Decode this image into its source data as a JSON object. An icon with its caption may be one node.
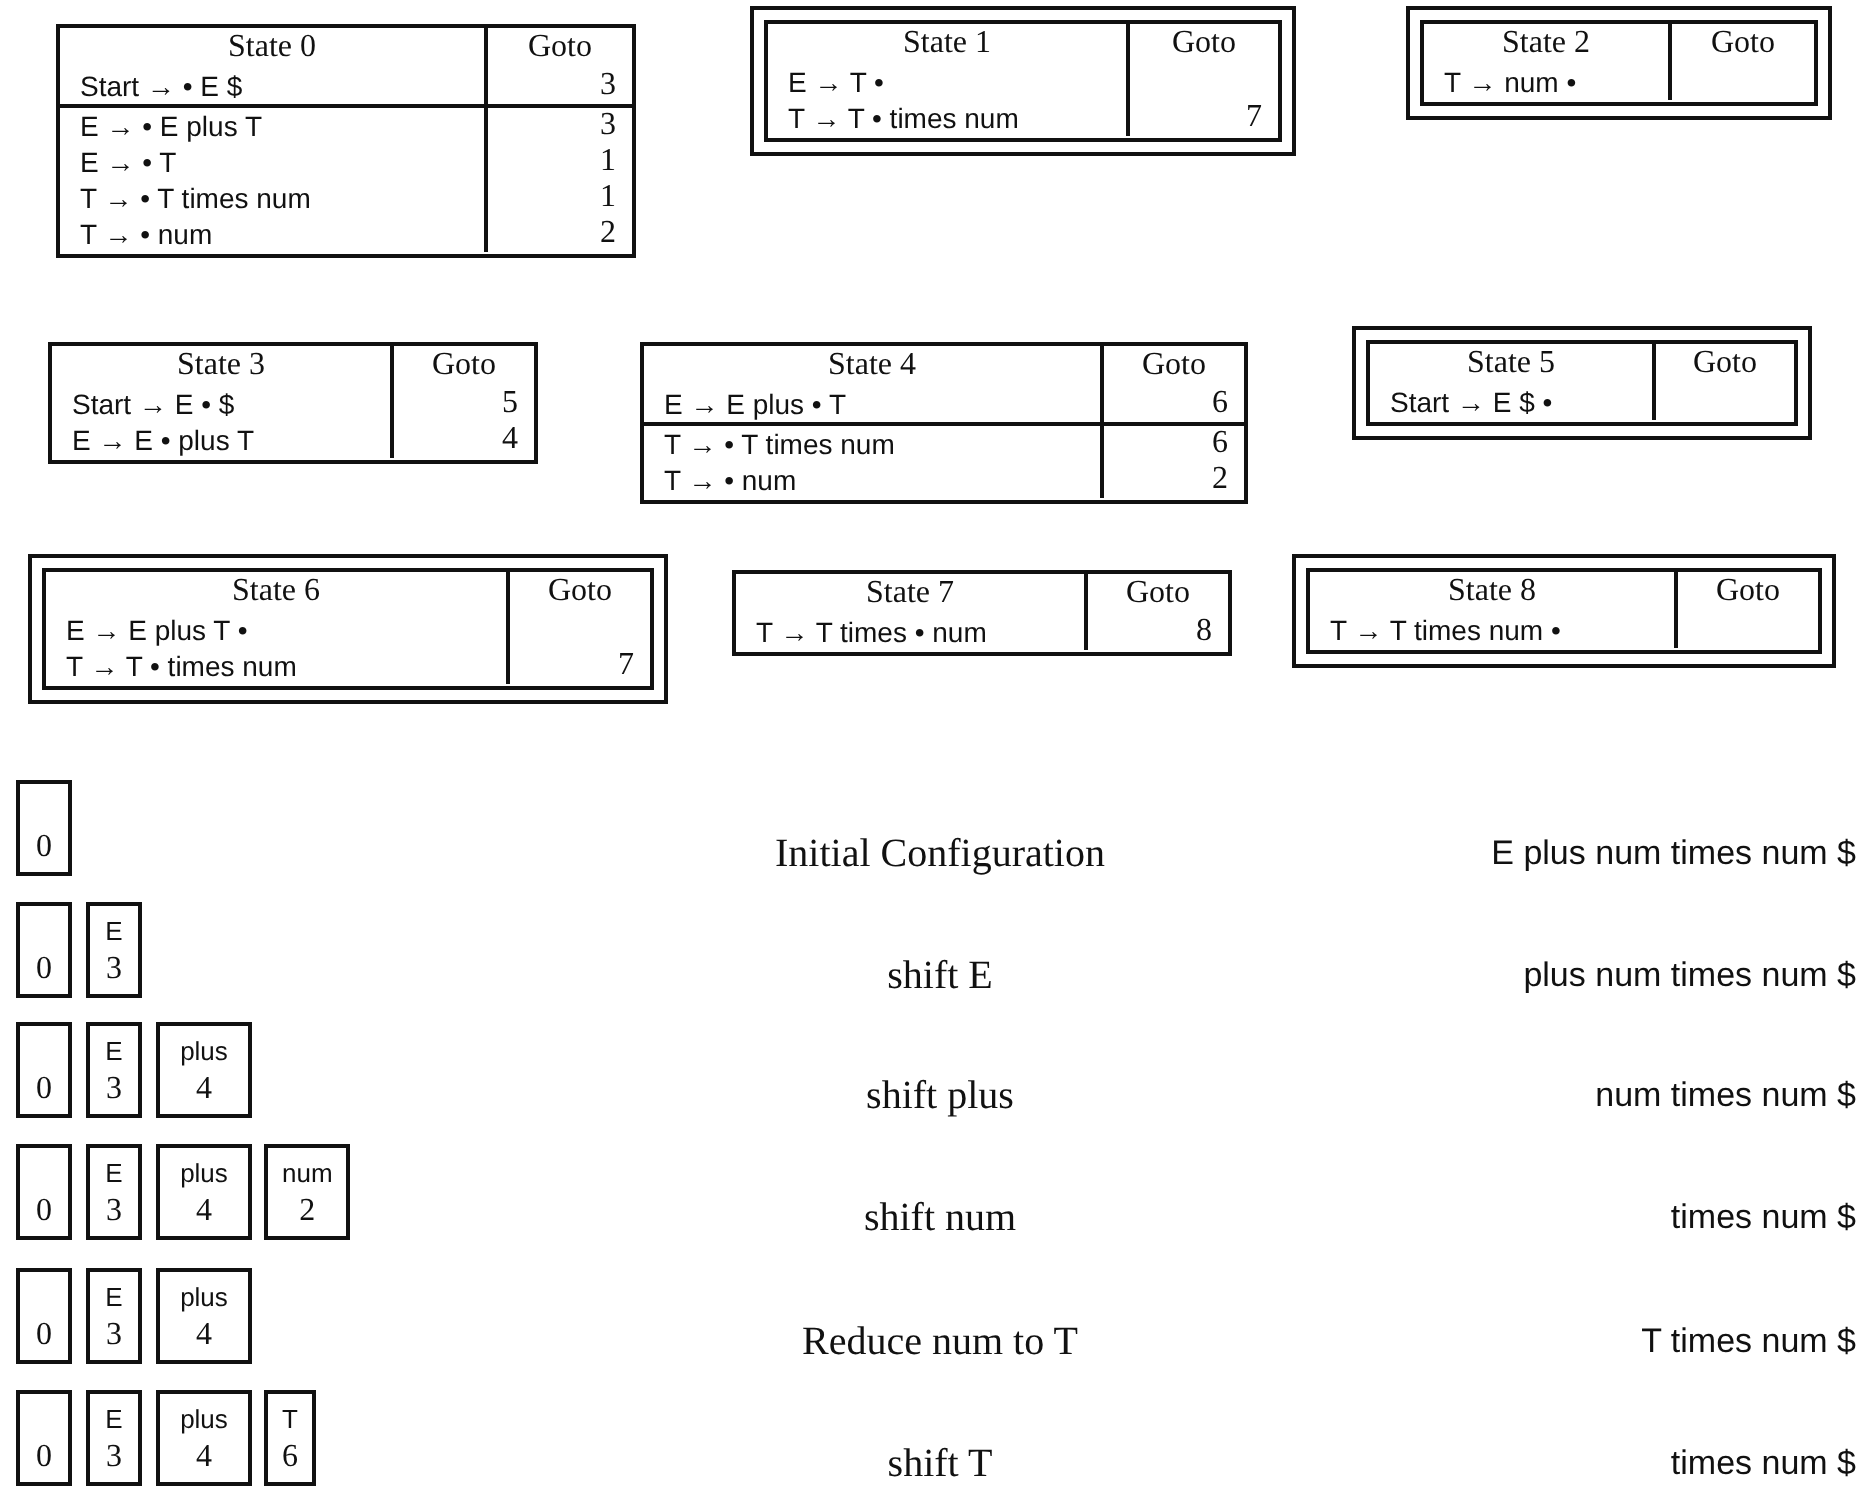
{
  "diagram": {
    "nodes": [
      {
        "text": [
          "State 0",
          "Goto"
        ]
      },
      {
        "text": [
          "Start → • E $",
          "3"
        ],
        "in": 0
      },
      {
        "text": [
          "E → • E plus T",
          "3"
        ],
        "in": 0
      },
      {
        "text": [
          "E → • T",
          "1"
        ],
        "in": 0
      },
      {
        "text": [
          "T → • T times num",
          "1"
        ],
        "in": 0
      },
      {
        "text": [
          "T → • num",
          "2"
        ],
        "in": 0
      },
      {
        "text": [],
        "shape": "box"
      },
      {
        "text": [
          "State 1",
          "Goto"
        ],
        "in": 6
      },
      {
        "text": [
          "E → T •"
        ],
        "in": 7
      },
      {
        "text": [
          "T → T • times num",
          "7"
        ],
        "in": 7
      },
      {
        "text": [],
        "shape": "box"
      },
      {
        "text": [
          "State 2",
          "Goto"
        ],
        "in": 10
      },
      {
        "text": [
          "T → num •"
        ],
        "in": 11
      },
      {
        "text": [
          "State 3",
          "Goto"
        ]
      },
      {
        "text": [
          "Start → E • $",
          "5"
        ],
        "in": 13
      },
      {
        "text": [
          "E → E • plus T",
          "4"
        ],
        "in": 13
      },
      {
        "text": [
          "State 4",
          "Goto"
        ]
      },
      {
        "text": [
          "E → E plus • T",
          "6"
        ],
        "in": 16
      },
      {
        "text": [
          "T → • T times num",
          "6"
        ],
        "in": 16
      },
      {
        "text": [
          "T → • num",
          "2"
        ],
        "in": 16
      },
      {
        "text": [],
        "shape": "box"
      },
      {
        "text": [
          "State 5",
          "Goto"
        ],
        "in": 20
      },
      {
        "text": [
          "Start → E $ •"
        ],
        "in": 21
      },
      {
        "text": [],
        "shape": "box"
      },
      {
        "text": [
          "State 6",
          "Goto"
        ],
        "in": 23
      },
      {
        "text": [
          "E → E plus T •"
        ],
        "in": 24
      },
      {
        "text": [
          "T → T • times num",
          "7"
        ],
        "in": 24
      },
      {
        "text": [
          "State 7",
          "Goto"
        ]
      },
      {
        "text": [
          "T → T times • num",
          "8"
        ],
        "in": 27
      },
      {
        "text": [],
        "shape": "box"
      },
      {
        "text": [
          "State 8",
          "Goto"
        ],
        "in": 29
      },
      {
        "text": [
          "T → T times num •"
        ],
        "in": 30
      },
      {
        "text": [
          "0"
        ]
      },
      {
        "text": [
          "0"
        ]
      },
      {
        "text": [
          "E",
          "3"
        ]
      },
      {
        "text": [
          "0"
        ]
      },
      {
        "text": [
          "E",
          "3"
        ]
      },
      {
        "text": [
          "plus",
          "4"
        ]
      },
      {
        "text": [
          "0"
        ]
      },
      {
        "text": [
          "E",
          "3"
        ]
      },
      {
        "text": [
          "plus",
          "4"
        ]
      },
      {
        "text": [
          "num",
          "2"
        ]
      },
      {
        "text": [
          "0"
        ]
      },
      {
        "text": [
          "E",
          "3"
        ]
      },
      {
        "text": [
          "plus",
          "4"
        ]
      },
      {
        "text": [
          "0"
        ]
      },
      {
        "text": [
          "E",
          "3"
        ]
      },
      {
        "text": [
          "plus",
          "4"
        ]
      },
      {
        "text": [
          "T",
          "6"
        ]
      }
    ],
    "labels": [
      "Initial Configuration",
      "E plus num times num $",
      "shift E",
      "plus num times num $",
      "shift plus",
      "num times num $",
      "shift num",
      "times num $",
      "Reduce num to T",
      "T times num $",
      "shift T",
      "times num $"
    ]
  }
}
